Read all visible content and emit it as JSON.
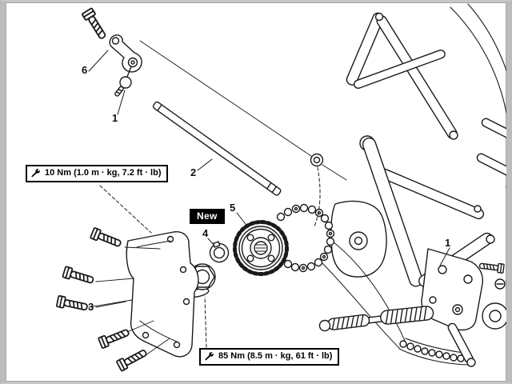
{
  "diagram": {
    "callouts": {
      "part6": "6",
      "part1_left": "1",
      "part2": "2",
      "part3": "3",
      "part4": "4",
      "part5": "5",
      "part1_right": "1"
    },
    "torque_specs": [
      {
        "text": "10 Nm (1.0 m · kg, 7.2 ft · lb)",
        "icon": "wrench-icon"
      },
      {
        "text": "85 Nm (8.5 m · kg, 61 ft · lb)",
        "icon": "wrench-icon"
      }
    ],
    "badges": {
      "new": "New"
    },
    "colors": {
      "line": "#1a1a1a",
      "background": "#ffffff",
      "frame_border": "#bcbcbc",
      "badge_bg": "#000000",
      "badge_text": "#ffffff"
    }
  }
}
